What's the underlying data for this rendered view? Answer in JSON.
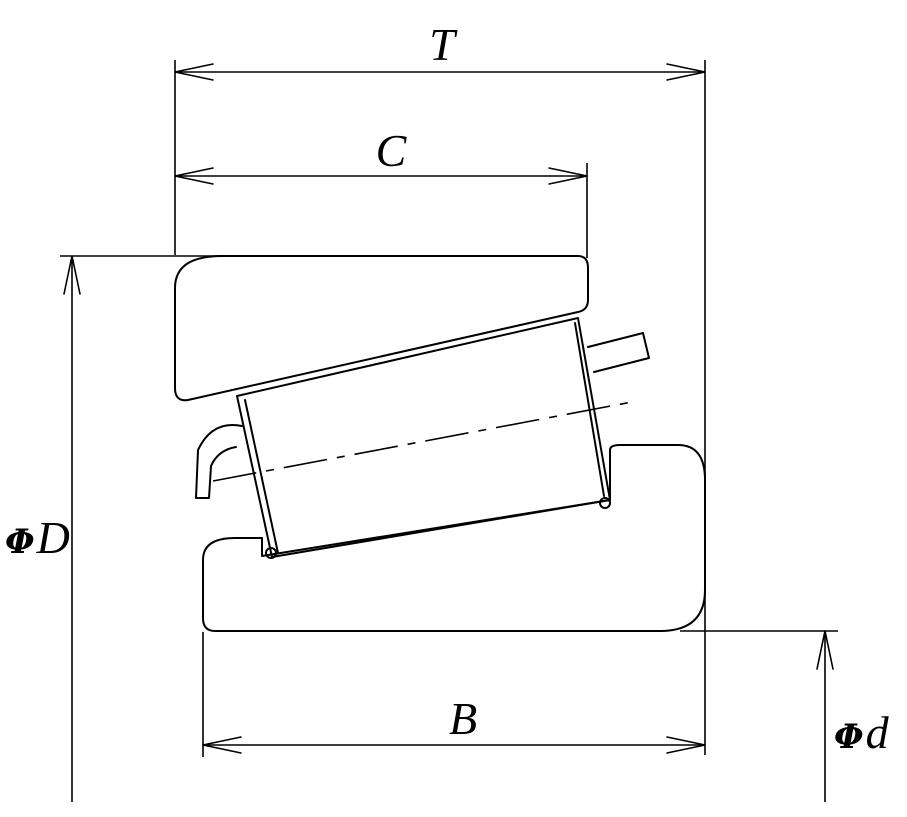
{
  "labels": {
    "overall_width": "T",
    "outer_ring_width": "C",
    "inner_ring_width": "B",
    "outer_diameter_symbol": "Φ",
    "outer_diameter_letter": "D",
    "bore_diameter_symbol": "Φ",
    "bore_diameter_letter": "d"
  }
}
